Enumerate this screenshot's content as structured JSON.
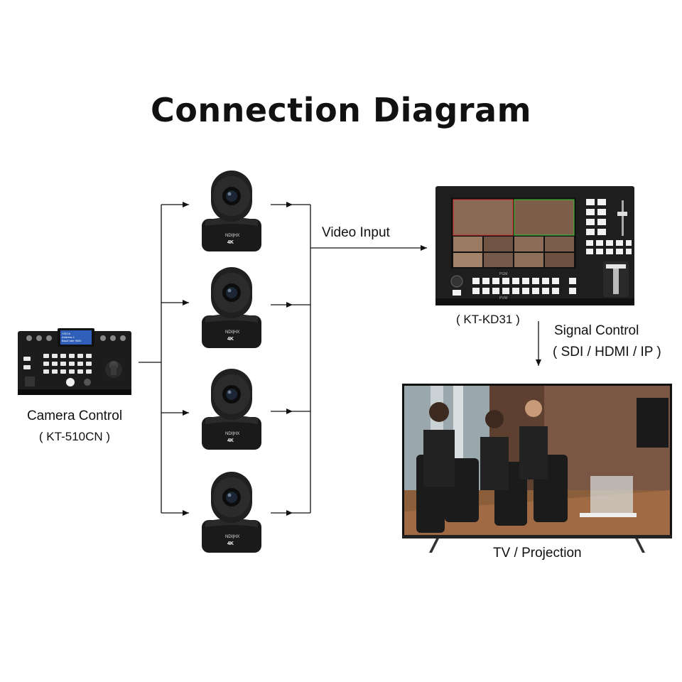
{
  "title": "Connection Diagram",
  "camera_control": {
    "label": "Camera Control",
    "model": "( KT-510CN )",
    "screen_lines": [
      "VISCA",
      "Address 1",
      "Baud rate 9600"
    ]
  },
  "cameras": [
    {
      "badge": "NDI|HX",
      "resolution": "4K"
    },
    {
      "badge": "NDI|HX",
      "resolution": "4K"
    },
    {
      "badge": "NDI|HX",
      "resolution": "4K"
    },
    {
      "badge": "NDI|HX",
      "resolution": "4K"
    }
  ],
  "video_input_label": "Video Input",
  "switcher": {
    "model": "( KT-KD31 )",
    "row_labels": [
      "PGM",
      "PVW"
    ]
  },
  "signal_control": {
    "label": "Signal Control",
    "interfaces": "( SDI / HDMI / IP )"
  },
  "display": {
    "label": "TV / Projection"
  },
  "colors": {
    "line": "#111111",
    "device_body": "#1c1c1c",
    "wall_wood": "#6b4a35"
  }
}
